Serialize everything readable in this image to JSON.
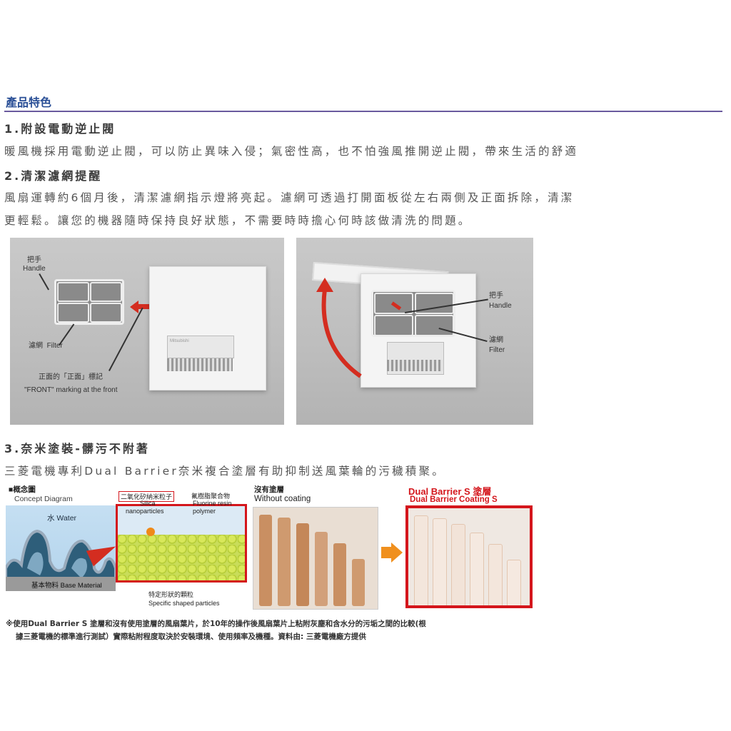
{
  "header": {
    "title": "產品特色"
  },
  "sections": {
    "s1": {
      "heading": "1.附設電動逆止閥",
      "line1": "暖風機採用電動逆止閥，可以防止異味入侵；氣密性高，也不怕強風推開逆止閥，帶來生活的舒適"
    },
    "s2": {
      "heading": "2.清潔濾網提醒",
      "line1": "風扇運轉約6個月後，清潔濾網指示燈將亮起。濾網可透過打開面板從左右兩側及正面拆除，清潔",
      "line2": "更輕鬆。讓您的機器隨時保持良好狀態，不需要時時擔心何時該做清洗的問題。"
    },
    "s3": {
      "heading": "3.奈米塗裝-髒污不附著",
      "line1": "三菱電機專利Dual Barrier奈米複合塗層有助抑制送風葉輪的污穢積聚。"
    }
  },
  "figure_filter": {
    "left": {
      "handle_zh": "把手",
      "handle_en": "Handle",
      "filter_zh": "濾網",
      "filter_en": "Filter",
      "front_zh": "正面的「正面」標記",
      "front_en": "\"FRONT\" marking at the front",
      "unit_brand": "Mitsubishi"
    },
    "right": {
      "handle_zh": "把手",
      "handle_en": "Handle",
      "filter_zh": "濾網",
      "filter_en": "Filter"
    }
  },
  "figure_coating": {
    "concept_zh": "■概念圖",
    "concept_en": "Concept Diagram",
    "water": "水 Water",
    "base": "基本物料 Base Material",
    "silica_zh": "二氧化矽納米粒子",
    "silica_en1": "Silica",
    "silica_en2": "nanoparticles",
    "fluorine_zh": "氟樹脂聚合物",
    "fluorine_en1": "Fluorine resin",
    "fluorine_en2": "polymer",
    "particles_zh": "特定形狀的顆粒",
    "particles_en": "Specific shaped particles",
    "without_zh": "沒有塗層",
    "without_en": "Without coating",
    "with_zh": "Dual Barrier S 塗層",
    "with_en": "Dual Barrier Coating S",
    "accent_color": "#d4161c",
    "arrow_color": "#f0901e"
  },
  "footnote": {
    "line1": "※使用Dual Barrier S 塗層和沒有使用塗層的風扇葉片，於10年的操作後風扇葉片上粘附灰塵和含水分的污垢之間的比較(根",
    "line2": "據三菱電機的標準進行測試）實際粘附程度取決於安裝環境、使用頻率及機種。資料由: 三菱電機廠方提供"
  }
}
